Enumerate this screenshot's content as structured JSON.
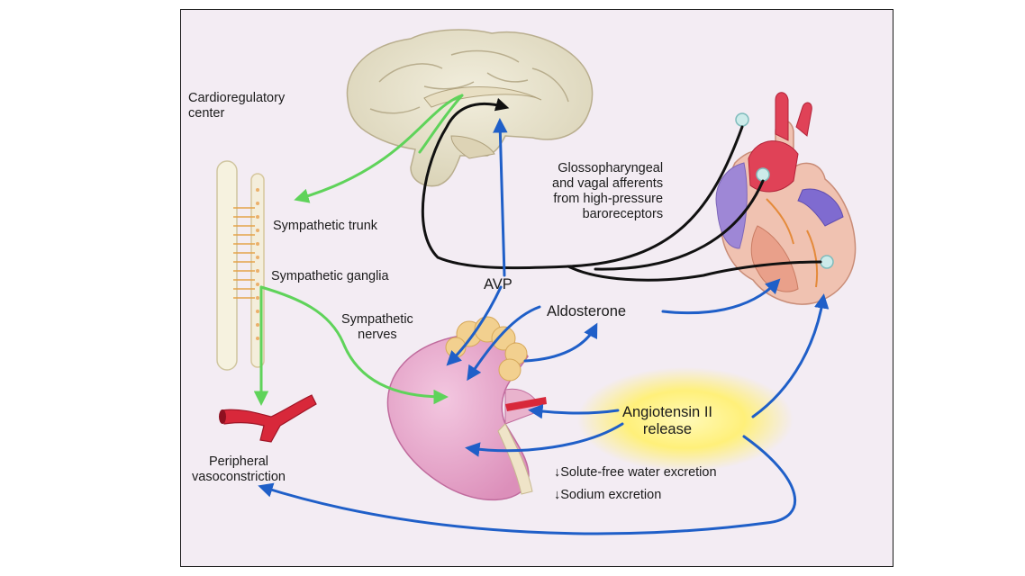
{
  "labels": {
    "cardioregulatory_center": [
      "Cardioregulatory",
      "center"
    ],
    "sympathetic_trunk": "Sympathetic trunk",
    "sympathetic_ganglia": "Sympathetic ganglia",
    "sympathetic_nerves": [
      "Sympathetic",
      "nerves"
    ],
    "peripheral_vasoconstriction": [
      "Peripheral",
      "vasoconstriction"
    ],
    "avp": "AVP",
    "aldosterone": "Aldosterone",
    "baroreceptors": [
      "Glossopharyngeal",
      "and vagal afferents",
      "from high-pressure",
      "baroreceptors"
    ],
    "angiotensin": [
      "Angiotensin II",
      "release"
    ],
    "solute_free_water": "Solute-free water excretion",
    "sodium_excretion": "Sodium excretion"
  },
  "colors": {
    "sympathetic_pathway": "#5fd35a",
    "hormonal_pathway": "#1f5fc8",
    "afferent_pathway": "#111111",
    "background": "#f3ecf3",
    "angiotensin_glow": "#fff48a"
  },
  "icons": {
    "decrease_arrow": "down-arrow-icon"
  }
}
